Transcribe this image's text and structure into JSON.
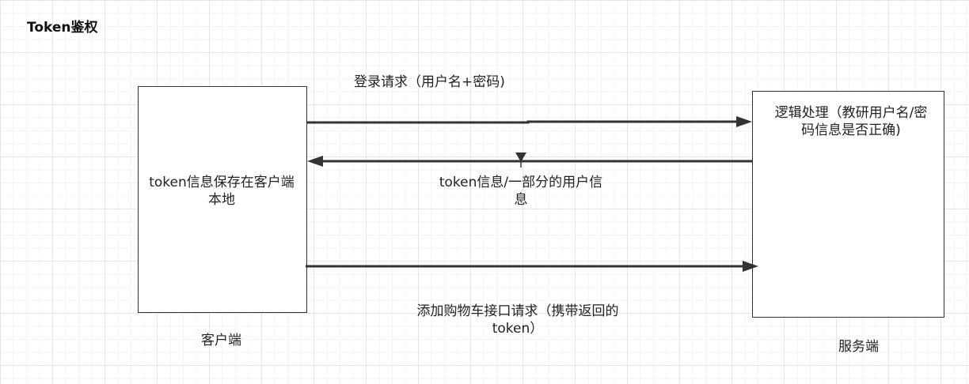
{
  "title": "Token鉴权",
  "client": {
    "box_text": "token信息保存在客户端本地",
    "label": "客户端"
  },
  "server": {
    "box_text": "逻辑处理（教研用户名/密码信息是否正确)",
    "label": "服务端"
  },
  "messages": {
    "login_request": "登录请求（用户名+密码)",
    "token_response": "token信息/一部分的用户信息",
    "cart_request": "添加购物车接口请求（携带返回的token）"
  }
}
